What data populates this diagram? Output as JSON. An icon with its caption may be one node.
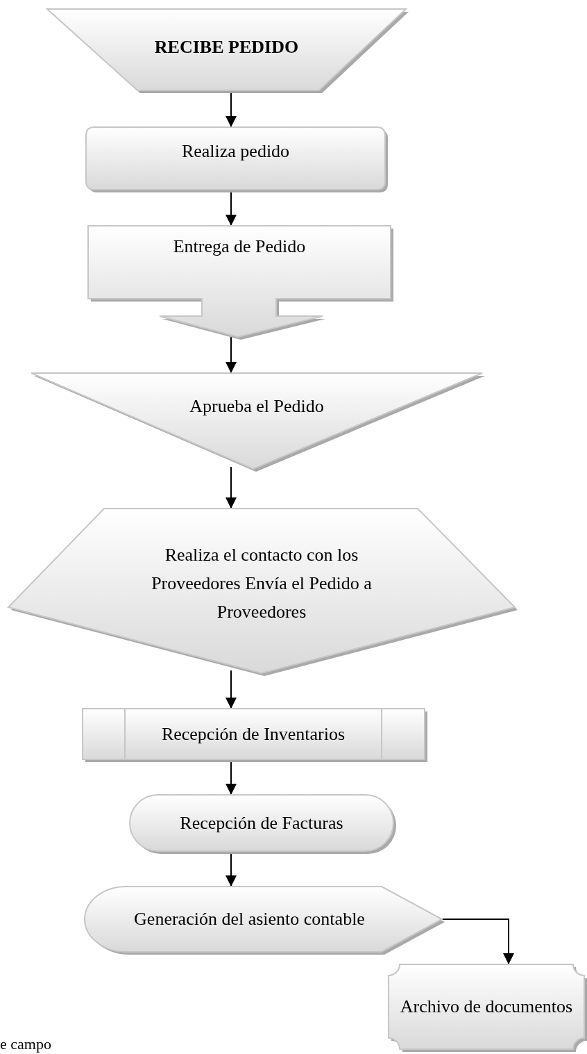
{
  "diagram": {
    "nodes": [
      {
        "text": [
          "RECIBE PEDIDO"
        ]
      },
      {
        "text": [
          "Realiza pedido"
        ]
      },
      {
        "text": [
          "Entrega de Pedido"
        ]
      },
      {
        "text": [
          "Aprueba el Pedido"
        ]
      },
      {
        "text": [
          "Realiza el contacto con los Proveedores Envía el Pedido a Proveedores"
        ]
      },
      {
        "text": [
          "Recepción de Inventarios"
        ]
      },
      {
        "text": [
          "Recepción de Facturas"
        ]
      },
      {
        "text": [
          "Generación del asiento contable"
        ]
      },
      {
        "text": [
          "Archivo de documentos"
        ]
      }
    ],
    "edges": [
      {
        "from": 0,
        "to": 1,
        "arrow": "to"
      },
      {
        "from": 1,
        "to": 2,
        "arrow": "to"
      },
      {
        "from": 2,
        "to": 3,
        "arrow": "to"
      },
      {
        "from": 3,
        "to": 4,
        "arrow": "to"
      },
      {
        "from": 4,
        "to": 5,
        "arrow": "to"
      },
      {
        "from": 5,
        "to": 6,
        "arrow": "to"
      },
      {
        "from": 6,
        "to": 7,
        "arrow": "to"
      },
      {
        "from": 7,
        "to": 8,
        "arrow": "to"
      }
    ],
    "labels": [
      "e campo"
    ]
  }
}
